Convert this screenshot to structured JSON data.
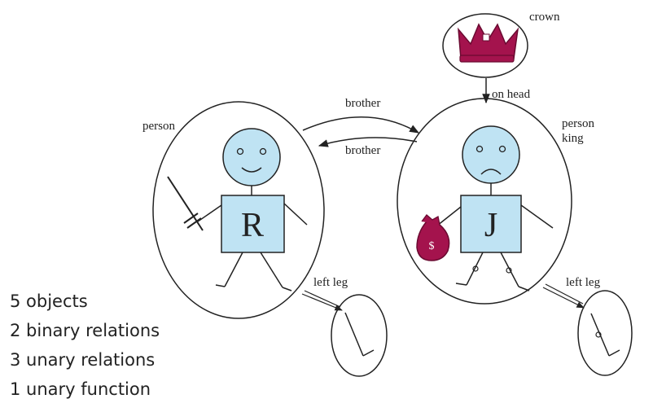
{
  "colors": {
    "body_fill": "#bfe3f3",
    "crown_and_bag": "#a4134d",
    "stroke": "#222222"
  },
  "labels": {
    "crown": "crown",
    "on_head": "on head",
    "brother_top": "brother",
    "brother_bottom": "brother",
    "person_left": "person",
    "person_right": "person",
    "king": "king",
    "left_leg_left": "left leg",
    "left_leg_right": "left leg",
    "r_letter": "R",
    "j_letter": "J",
    "bag_symbol": "$"
  },
  "notes": [
    "5 objects",
    "2 binary relations",
    "3 unary relations",
    "1 unary function"
  ]
}
